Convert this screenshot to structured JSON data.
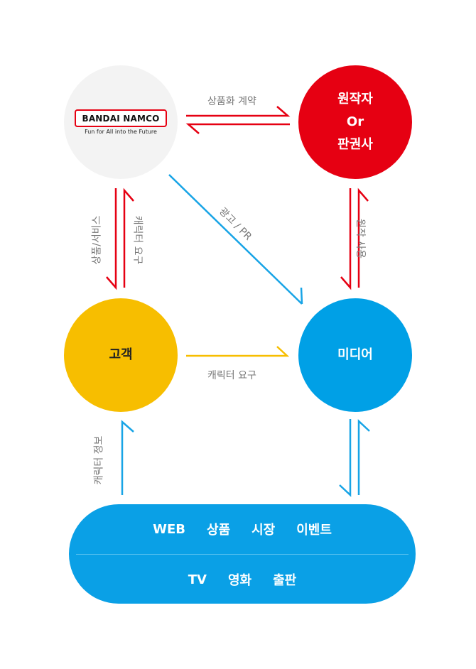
{
  "nodes": {
    "bandai": {
      "logo_name": "BANDAI NAMCO",
      "logo_tagline": "Fun for All into the Future"
    },
    "rights_holder": {
      "lines": [
        "원작자",
        "Or",
        "판권사"
      ]
    },
    "customer": {
      "label": "고객"
    },
    "media": {
      "label": "미디어"
    }
  },
  "edges": {
    "licensing_contract": "상품화 계약",
    "original_use": "원작 사용",
    "products_services": "상품/서비스",
    "character_demand_up": "캐릭터 요구",
    "advertising_pr": "광고 / PR",
    "character_demand_right": "캐릭터 요구",
    "character_info": "캐릭터 정보"
  },
  "channels": {
    "row1": [
      "WEB",
      "상품",
      "시장",
      "이벤트"
    ],
    "row2": [
      "TV",
      "영화",
      "출판"
    ]
  },
  "colors": {
    "red": "#e60012",
    "yellow": "#f7be00",
    "blue": "#00a0e6",
    "gray_circle": "#f3f3f3",
    "label_gray": "#777777"
  }
}
